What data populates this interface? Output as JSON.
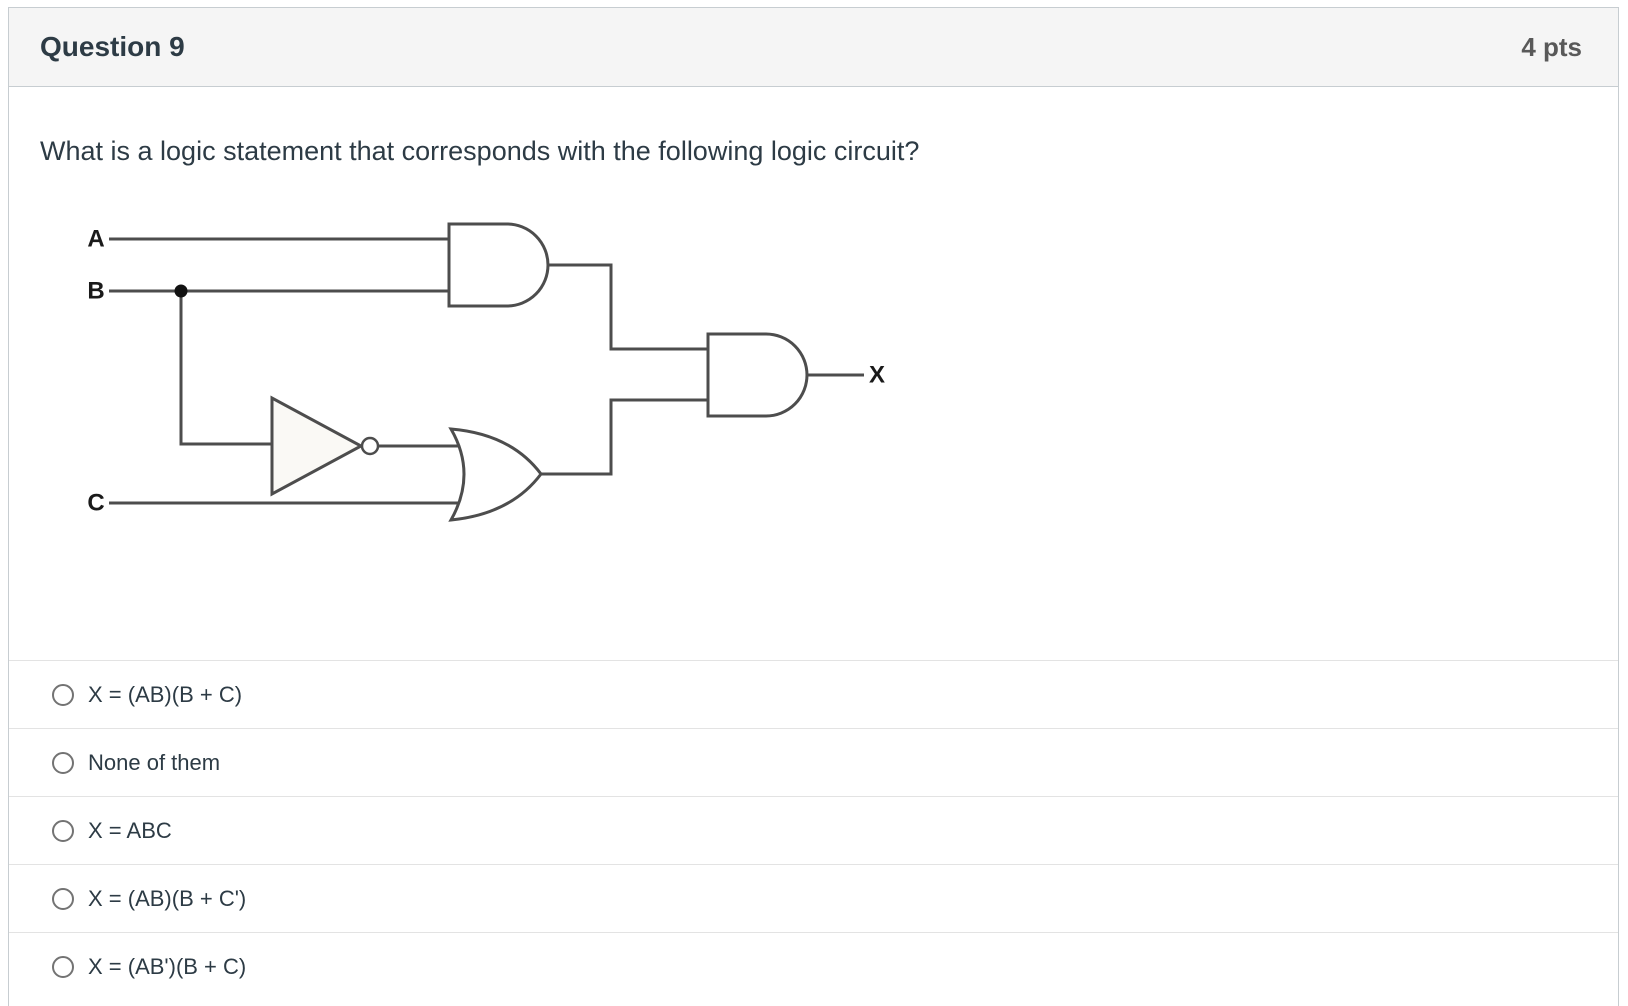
{
  "header": {
    "title": "Question 9",
    "points": "4 pts"
  },
  "question": {
    "text": "What is a logic statement that corresponds with the following logic circuit?"
  },
  "circuit": {
    "type": "logic-circuit-diagram",
    "inputs": {
      "a": "A",
      "b": "B",
      "c": "C"
    },
    "output": "X",
    "gates": [
      {
        "name": "and-gate-top",
        "type": "AND",
        "inputs": [
          "A",
          "B"
        ]
      },
      {
        "name": "not-gate",
        "type": "NOT",
        "inputs": [
          "B"
        ]
      },
      {
        "name": "or-gate",
        "type": "OR",
        "inputs": [
          "B'",
          "C"
        ]
      },
      {
        "name": "and-gate-output",
        "type": "AND",
        "inputs": [
          "AB",
          "B' + C"
        ],
        "output": "X"
      }
    ]
  },
  "options": [
    {
      "label": "X = (AB)(B + C)"
    },
    {
      "label": "None of them"
    },
    {
      "label": "X = ABC"
    },
    {
      "label": "X = (AB)(B + C')"
    },
    {
      "label": "X = (AB')(B + C)"
    }
  ],
  "colors": {
    "header_bg": "#f5f5f5",
    "card_border": "#c7cdd1",
    "text_dark": "#2d3b45",
    "points_gray": "#595959",
    "divider": "#e3e3e3",
    "circuit_stroke": "#4d4d4d",
    "not_gate_fill": "#faf9f5"
  }
}
